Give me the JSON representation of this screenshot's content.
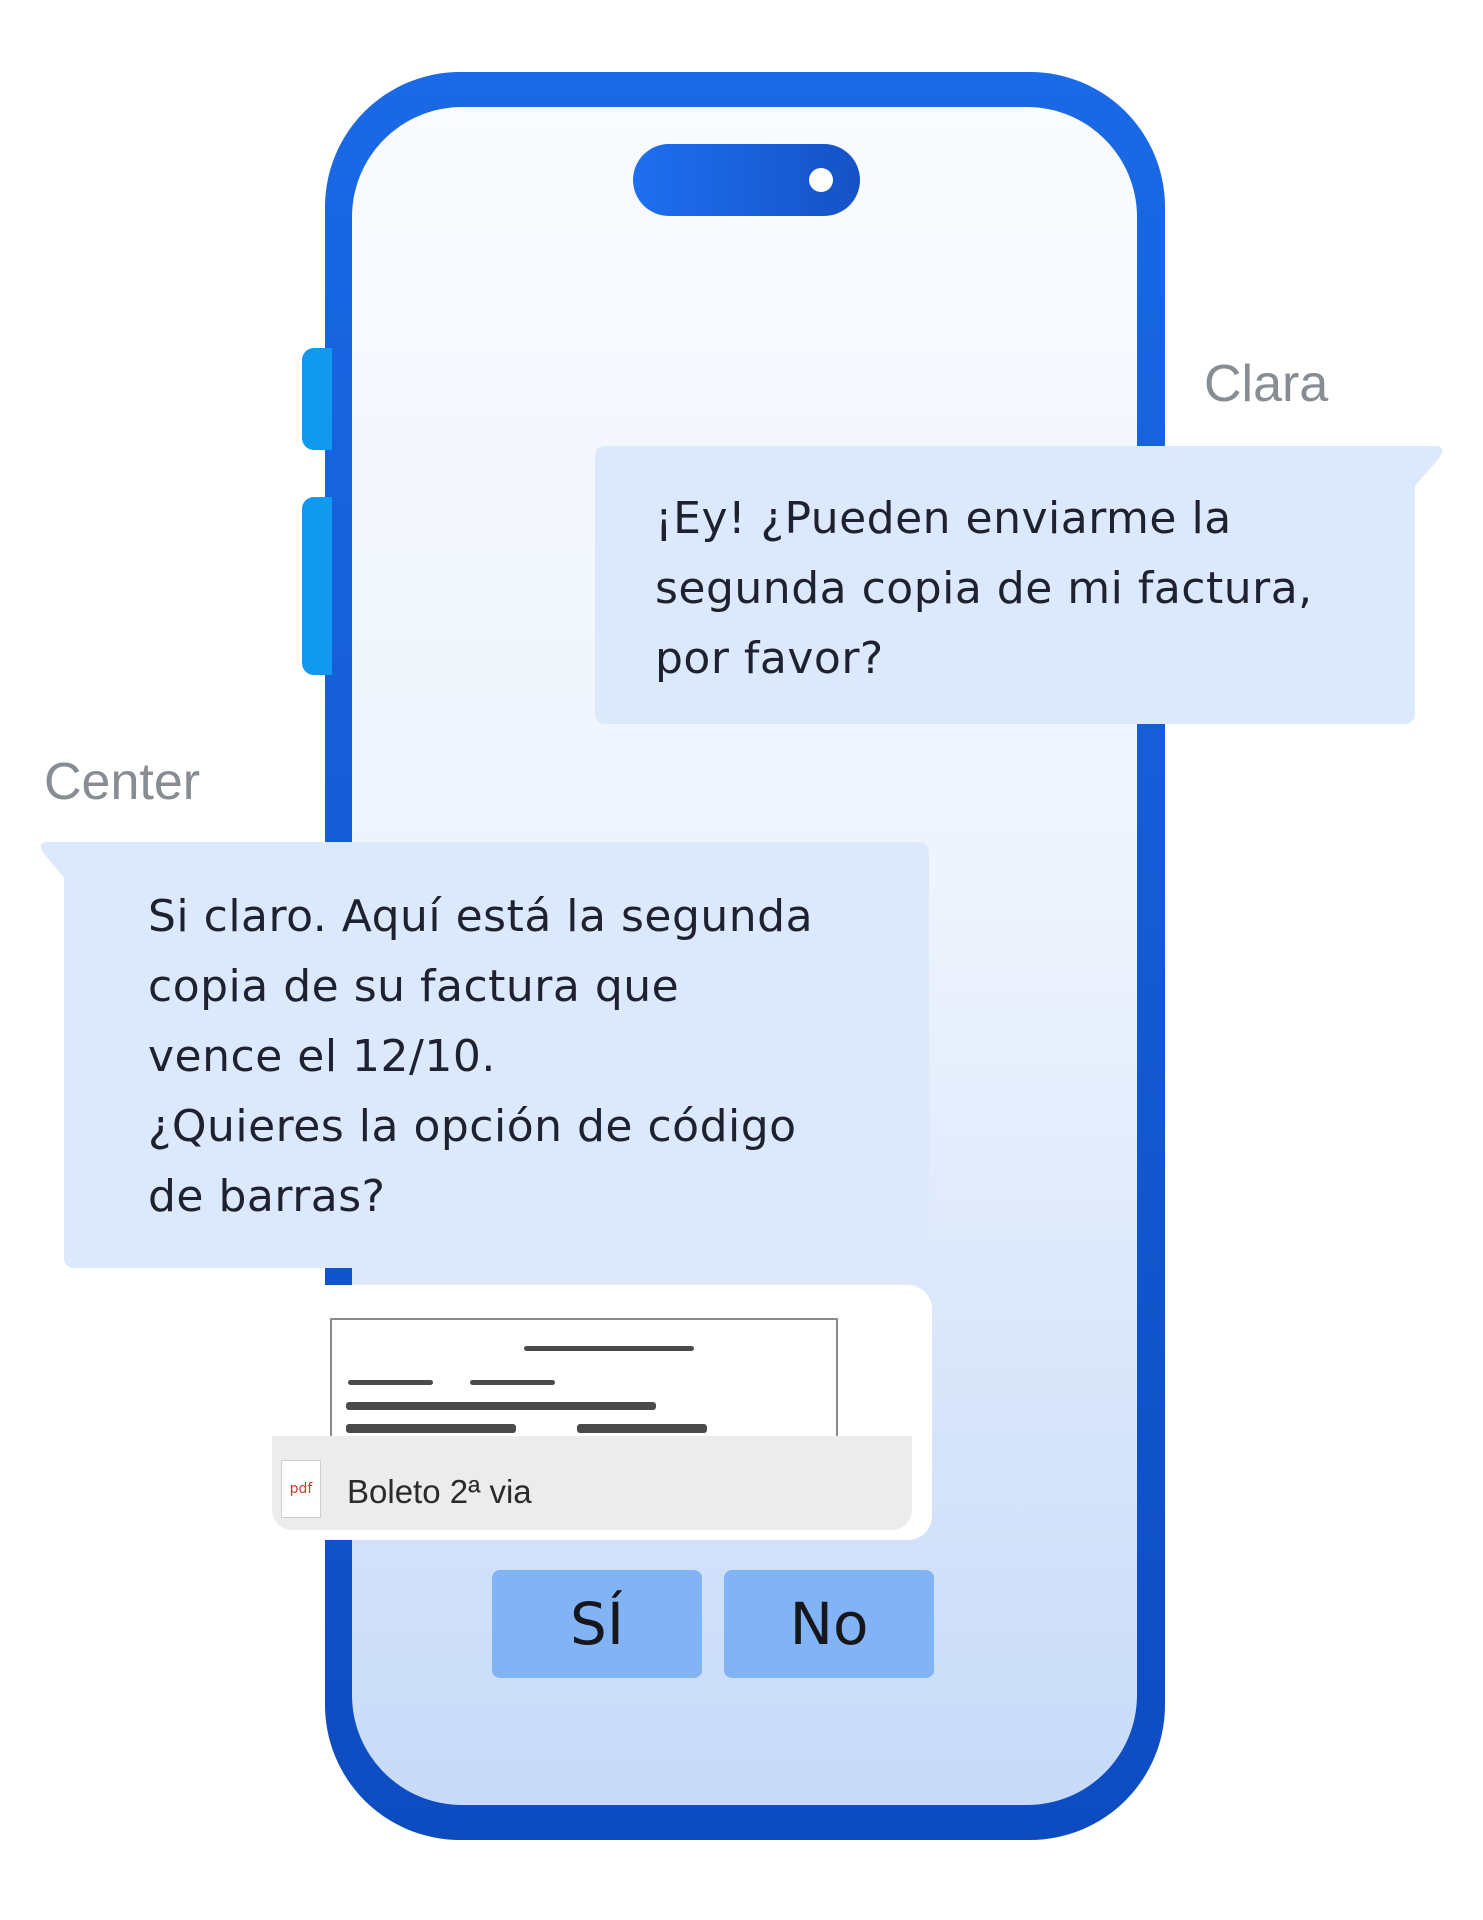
{
  "conversation": {
    "messages": [
      {
        "sender": "Clara",
        "lines": [
          "¡Ey! ¿Pueden enviarme la",
          "segunda copia de mi factura,",
          "por favor?"
        ]
      },
      {
        "sender": "Center",
        "lines": [
          "Si claro. Aquí está la segunda",
          "copia de su factura que",
          "vence el 12/10.",
          "¿Quieres la opción de código",
          "de barras?"
        ]
      }
    ],
    "attachment": {
      "icon_label": "pdf",
      "file_name": "Boleto 2ª via"
    },
    "quick_replies": [
      "SÍ",
      "No"
    ]
  },
  "colors": {
    "phone_frame": "#1a69e6",
    "bubble": "#dce8fb",
    "reply_button": "#82b4f5",
    "side_buttons": "#1199f0"
  }
}
